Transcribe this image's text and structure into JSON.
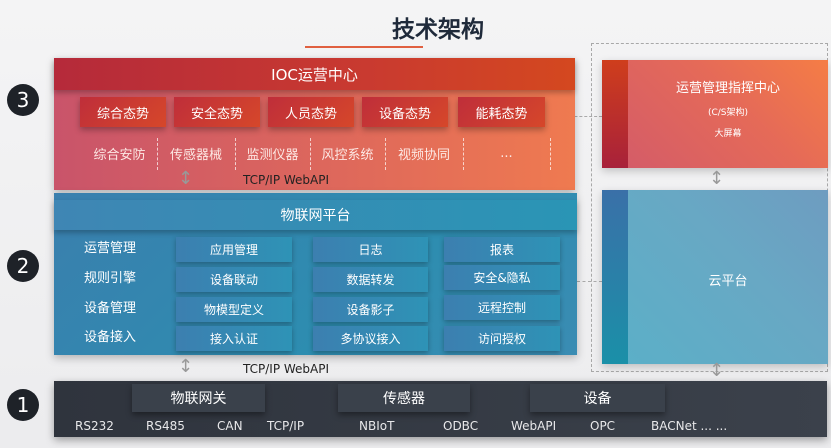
{
  "title": "技术架构",
  "layers": {
    "l3": {
      "number": "3",
      "header": "IOC运营中心",
      "buttons": [
        "综合态势",
        "安全态势",
        "人员态势",
        "设备态势",
        "能耗态势"
      ],
      "items": [
        "综合安防",
        "传感器械",
        "监测仪器",
        "风控系统",
        "视频协同",
        "..."
      ]
    },
    "link_top": "TCP/IP  WebAPI",
    "l2": {
      "number": "2",
      "header": "物联网平台",
      "labels": [
        "运营管理",
        "规则引擎",
        "设备管理",
        "设备接入"
      ],
      "rows": [
        [
          "应用管理",
          "日志",
          "报表"
        ],
        [
          "设备联动",
          "数据转发",
          "安全&隐私"
        ],
        [
          "物模型定义",
          "设备影子",
          "远程控制"
        ],
        [
          "接入认证",
          "多协议接入",
          "访问授权"
        ]
      ]
    },
    "link_bottom": "TCP/IP  WebAPI",
    "l1": {
      "number": "1",
      "boxes": [
        "物联网关",
        "传感器",
        "设备"
      ],
      "protocols": [
        "RS232",
        "RS485",
        "CAN",
        "TCP/IP",
        "NBIoT",
        "ODBC",
        "WebAPI",
        "OPC",
        "BACNet ... ..."
      ]
    }
  },
  "right": {
    "command_center": {
      "title": "运营管理指挥中心",
      "subtitle": "(C/S架构)",
      "detail": "大屏幕"
    },
    "cloud": {
      "title": "云平台"
    }
  }
}
